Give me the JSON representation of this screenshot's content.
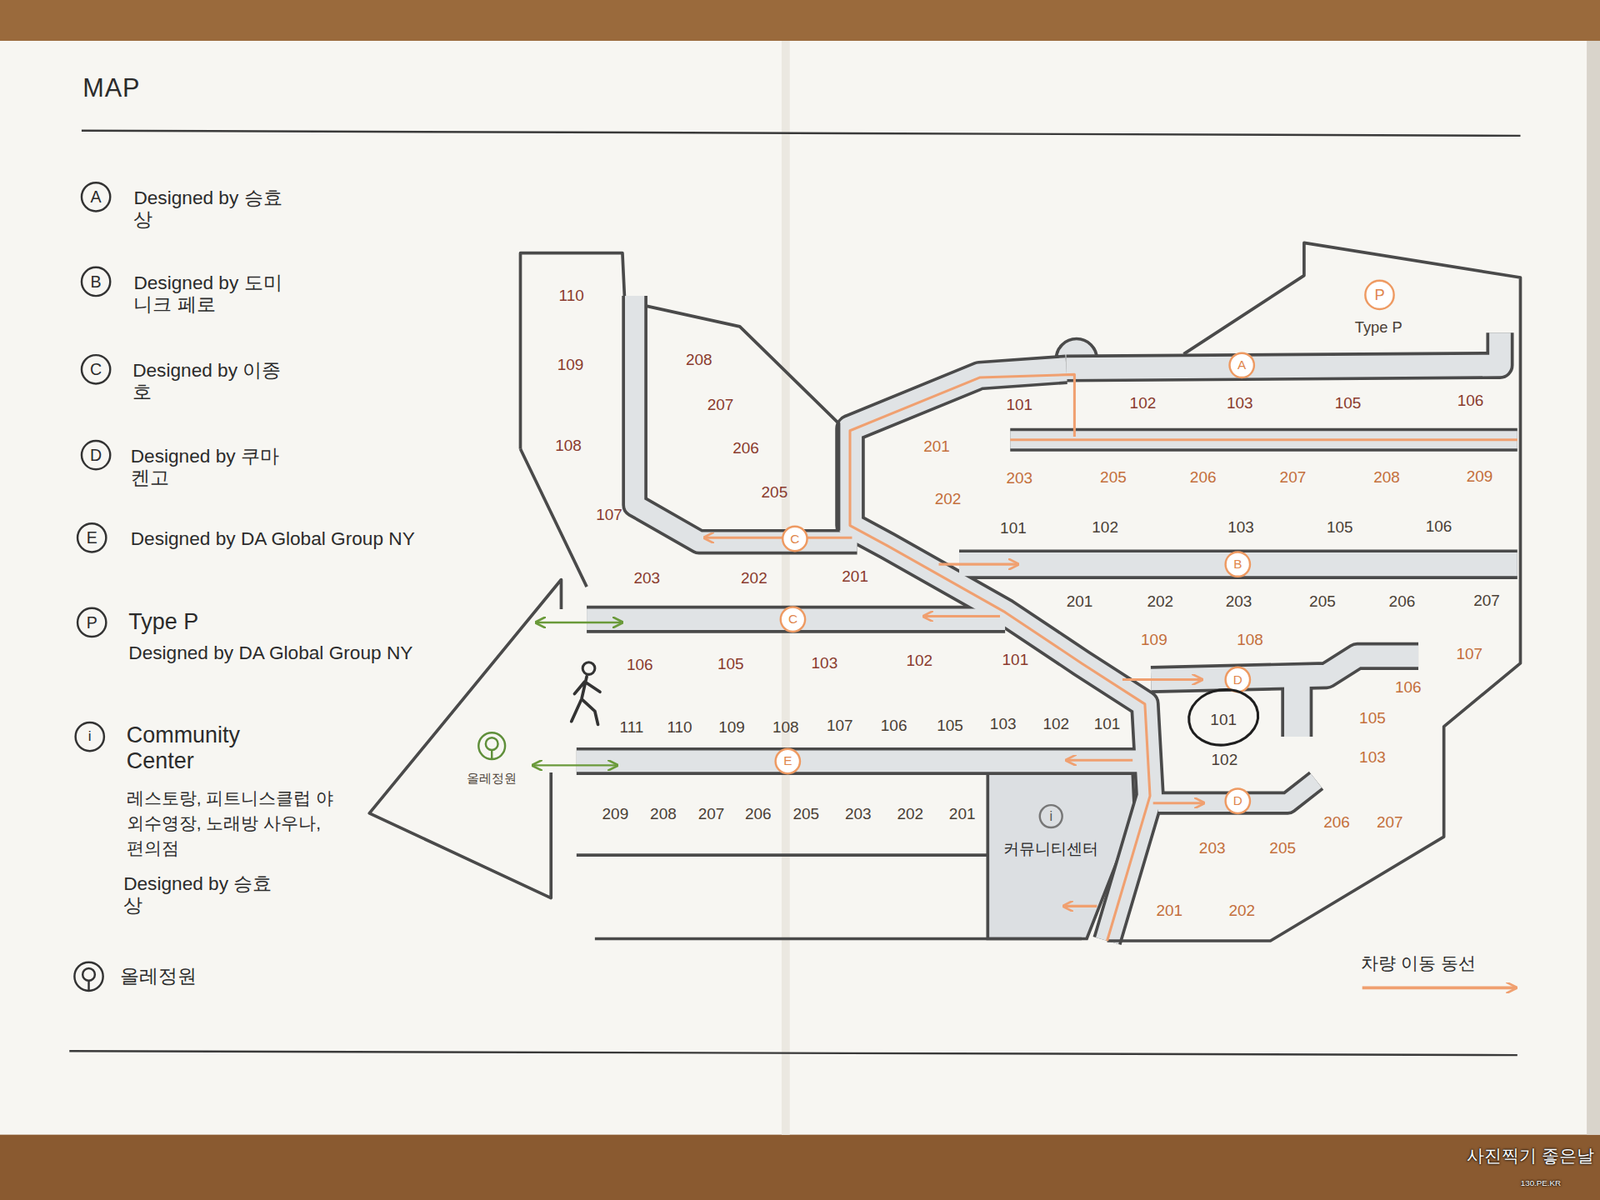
{
  "diagram": {
    "title": "MAP",
    "nodes": [
      {
        "text": [
          "커뮤니티센터"
        ]
      }
    ],
    "labels": [
      "A",
      "B",
      "C",
      "D",
      "E",
      "P",
      "i",
      "110",
      "109",
      "108",
      "107",
      "208",
      "207",
      "206",
      "205",
      "203",
      "202",
      "201",
      "106",
      "105",
      "103",
      "102",
      "101",
      "111",
      "110",
      "109",
      "108",
      "107",
      "106",
      "105",
      "103",
      "102",
      "101",
      "209",
      "208",
      "207",
      "206",
      "205",
      "203",
      "202",
      "201",
      "101",
      "102",
      "103",
      "105",
      "106",
      "201",
      "202",
      "203",
      "205",
      "206",
      "207",
      "208",
      "209",
      "101",
      "102",
      "103",
      "105",
      "106",
      "201",
      "202",
      "203",
      "205",
      "206",
      "207",
      "109",
      "108",
      "107",
      "106",
      "105",
      "103",
      "101",
      "102",
      "206",
      "207",
      "203",
      "205",
      "201",
      "202",
      "Type P",
      "올레정원",
      "A",
      "B",
      "C",
      "C",
      "D",
      "D",
      "E",
      "P",
      "i",
      "사진찍기 좋은날",
      "130.PE.KR"
    ],
    "legend": [
      {
        "text": "Designed by 승효상"
      },
      {
        "text": "Designed by 도미니크 페로"
      },
      {
        "text": "Designed by 이종호"
      },
      {
        "text": "Designed by 쿠마 켄고"
      },
      {
        "text": "Designed by DA Global Group NY"
      },
      {
        "text": "Type P"
      },
      {
        "text": "Designed by DA Global Group NY"
      },
      {
        "text": "Community Center"
      },
      {
        "text": "레스토랑, 피트니스클럽 야외수영장, 노래방 사우나, 편의점"
      },
      {
        "text": "Designed by 승효상"
      },
      {
        "text": "올레정원"
      },
      {
        "text": "차량 이동 동선"
      }
    ]
  }
}
